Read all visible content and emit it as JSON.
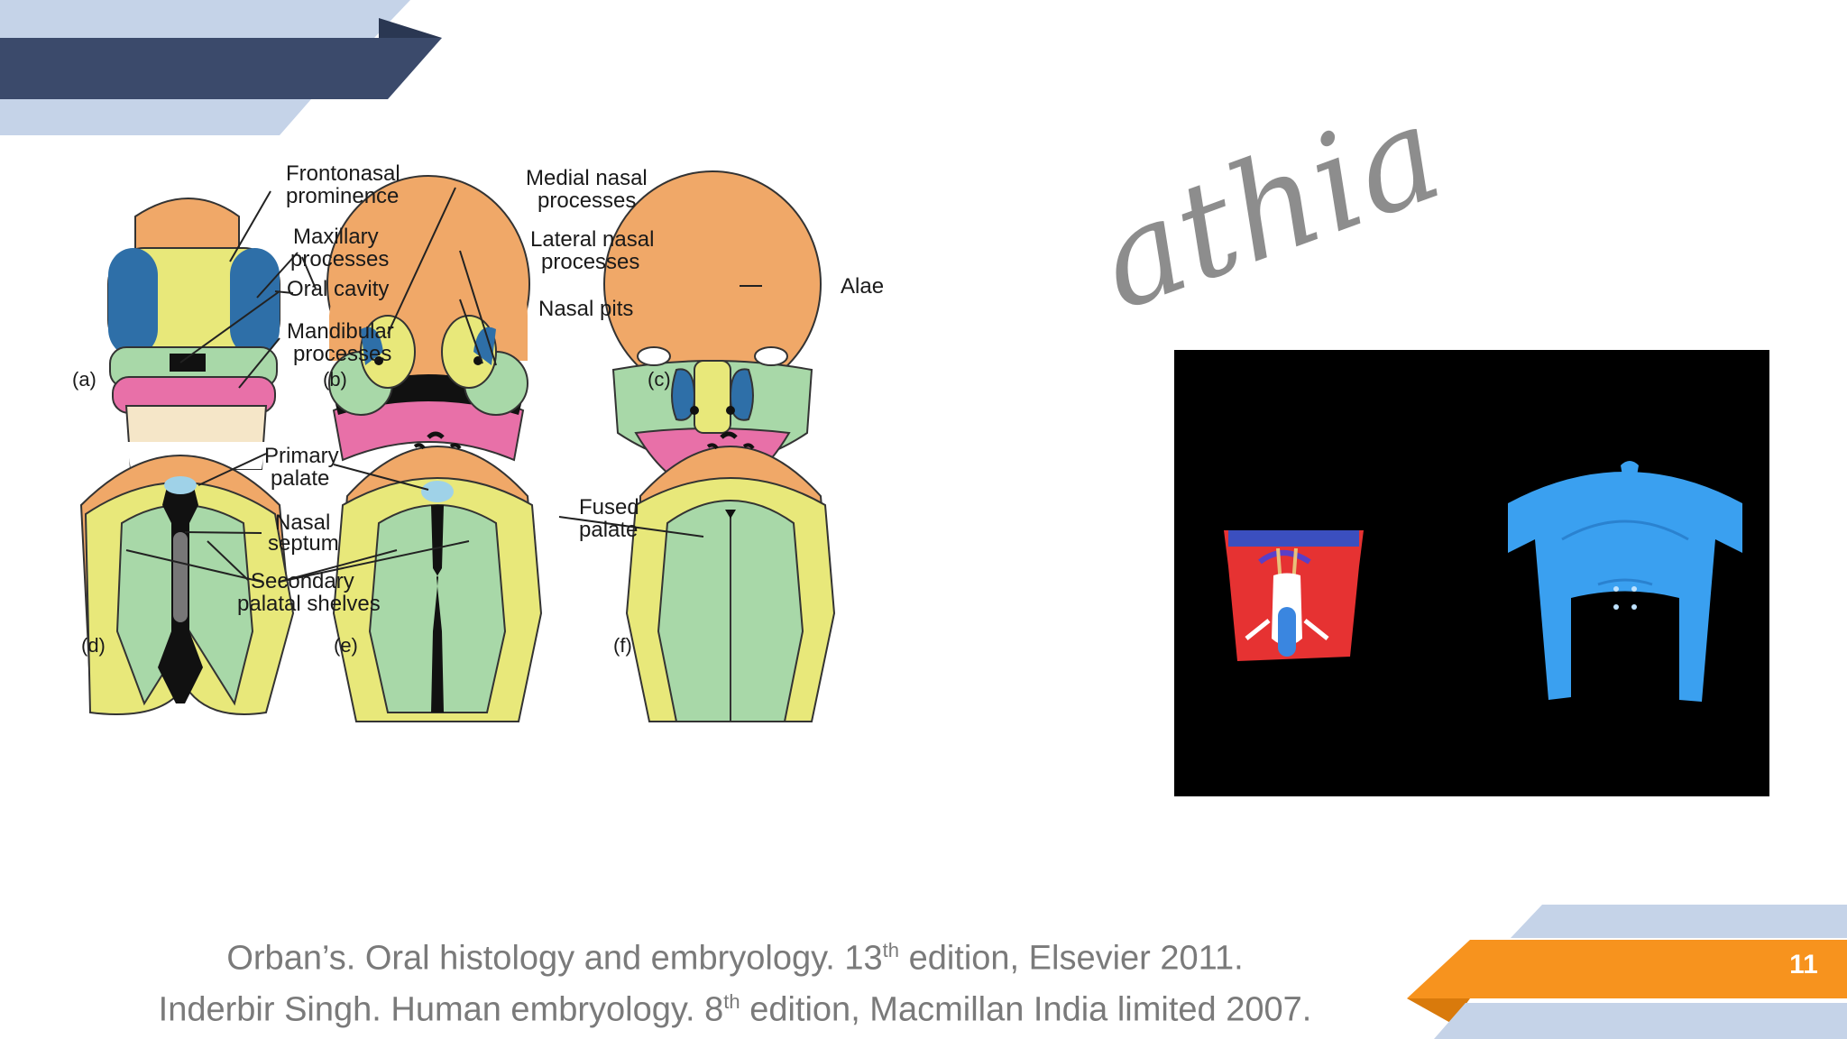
{
  "figure": {
    "labels": {
      "frontonasal_1": "Frontonasal",
      "frontonasal_2": "prominence",
      "maxillary_1": "Maxillary",
      "maxillary_2": "processes",
      "oral_cavity": "Oral cavity",
      "mandibular_1": "Mandibular",
      "mandibular_2": "processes",
      "medial_nasal_1": "Medial nasal",
      "medial_nasal_2": "processes",
      "lateral_nasal_1": "Lateral nasal",
      "lateral_nasal_2": "processes",
      "nasal_pits": "Nasal pits",
      "alae": "Alae",
      "primary_palate_1": "Primary",
      "primary_palate_2": "palate",
      "nasal_septum_1": "Nasal",
      "nasal_septum_2": "septum",
      "secondary_1": "Secondary",
      "secondary_2": "palatal shelves",
      "fused_1": "Fused",
      "fused_2": "palate"
    },
    "panels": [
      "(a)",
      "(b)",
      "(c)",
      "(d)",
      "(e)",
      "(f)"
    ]
  },
  "watermark": "athia",
  "references": {
    "line1_pre": "Orban’s. Oral histology and embryology. 13",
    "line1_sup": "th",
    "line1_post": " edition, Elsevier 2011.",
    "line2_pre": "Inderbir Singh. Human embryology. 8",
    "line2_sup": "th",
    "line2_post": " edition, Macmillan India limited 2007."
  },
  "page_number": "11",
  "colors": {
    "navy": "#3b4a6b",
    "light_blue": "#c5d3e8",
    "orange": "#f7931e",
    "dark_orange": "#d97a0c",
    "skin_orange": "#f0a868",
    "green": "#a8d8a8",
    "yellow": "#e8e87a",
    "pink": "#e870a8",
    "blue": "#2e6fa8",
    "video_bg": "#000000"
  }
}
